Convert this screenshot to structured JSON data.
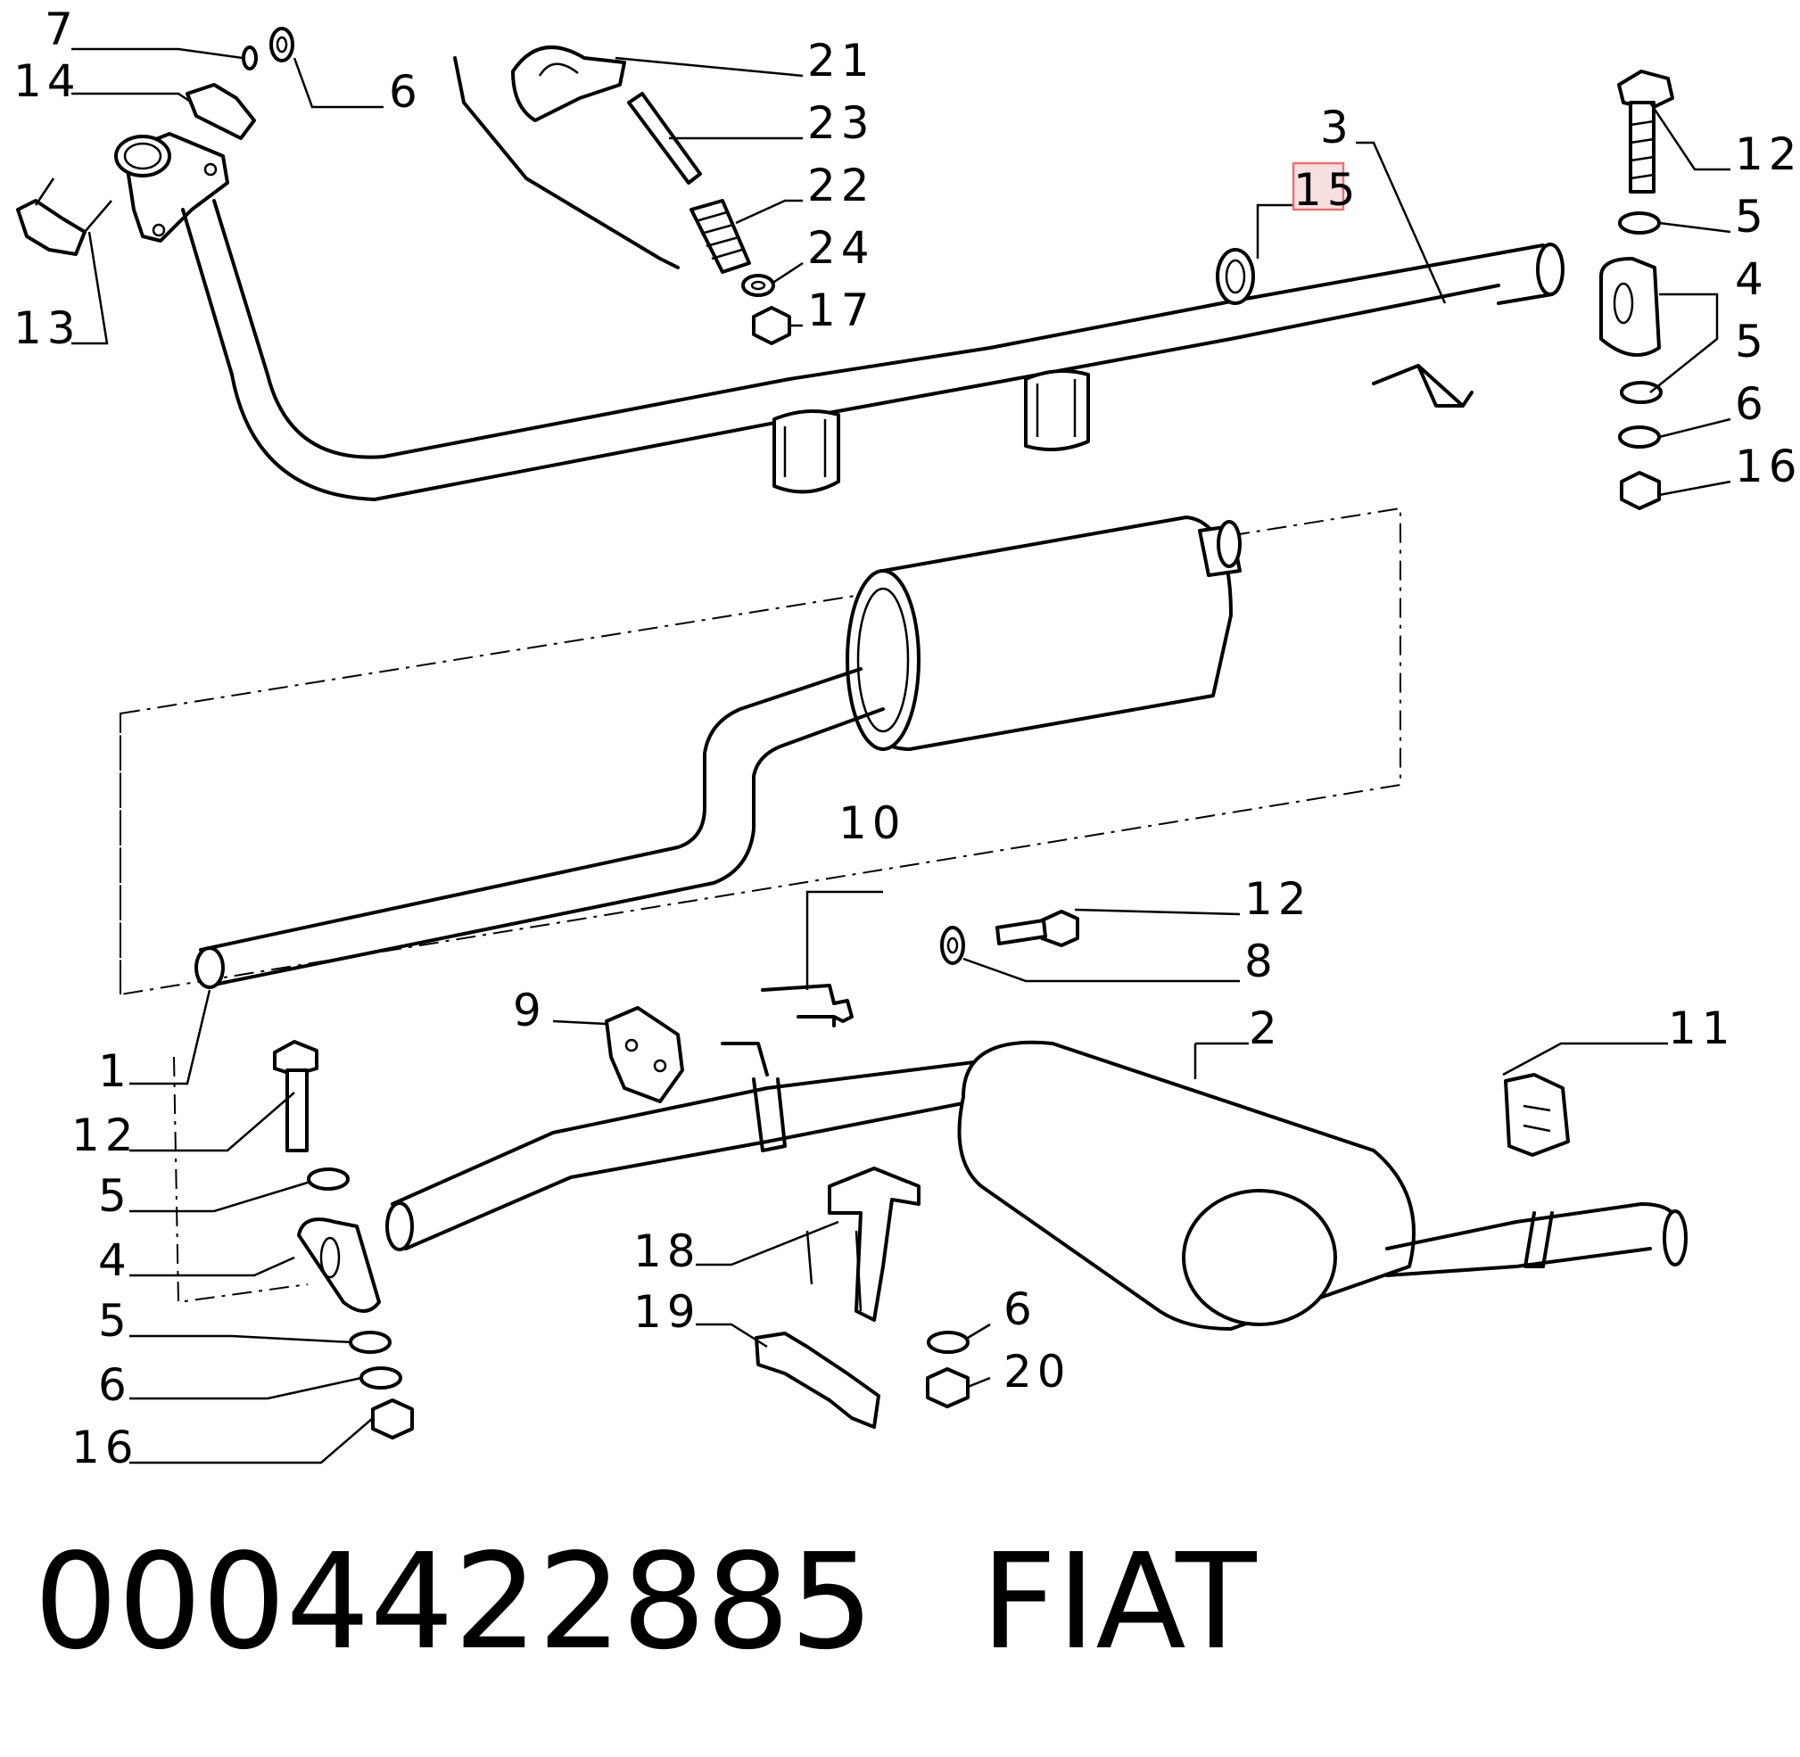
{
  "part_number": "0004422885",
  "brand": "FIAT",
  "highlight_color": "#e57373",
  "highlighted_callout": "15",
  "callouts": {
    "c7": "7",
    "c14": "14",
    "c6a": "6",
    "c13": "13",
    "c21": "21",
    "c23": "23",
    "c22": "22",
    "c24": "24",
    "c17": "17",
    "c3": "3",
    "c15": "15",
    "c12a": "12",
    "c5a": "5",
    "c4a": "4",
    "c5b": "5",
    "c6b": "6",
    "c16a": "16",
    "c10": "10",
    "c12b": "12",
    "c8": "8",
    "c9": "9",
    "c2": "2",
    "c11": "11",
    "c1": "1",
    "c12c": "12",
    "c5c": "5",
    "c4b": "4",
    "c5d": "5",
    "c6c": "6",
    "c16b": "16",
    "c18": "18",
    "c19": "19",
    "c6d": "6",
    "c20": "20"
  }
}
